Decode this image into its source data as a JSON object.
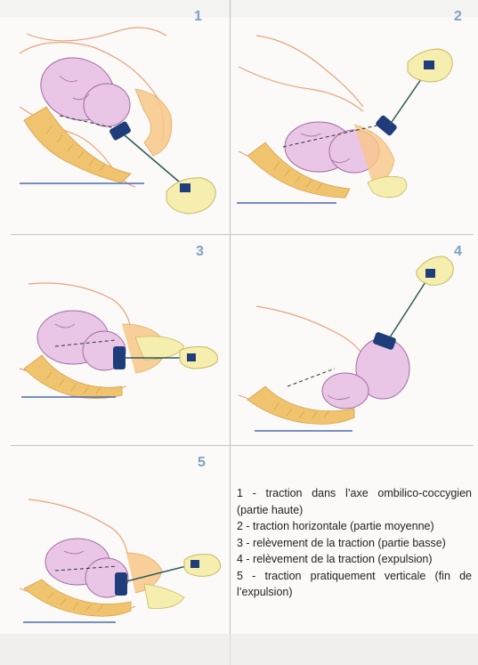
{
  "panels": [
    {
      "number": "1"
    },
    {
      "number": "2"
    },
    {
      "number": "3"
    },
    {
      "number": "4"
    },
    {
      "number": "5"
    }
  ],
  "legend": [
    "1 - traction dans l’axe ombilico-coccygien (partie haute)",
    "2 - traction horizontale (partie moyenne)",
    "3 - relèvement de la traction (partie basse)",
    "4 - relèvement de la traction (expulsion)",
    "5 - traction pratiquement verticale (fin de l’expulsion)"
  ],
  "colors": {
    "body_outline": "#e9a27a",
    "fetus": "#e9c6e6",
    "spine": "#f0c36e",
    "hand": "#f6eeae",
    "cord": "#2e5a55",
    "cup": "#1f3d7a",
    "baseline": "#4a6bb0",
    "number": "#7fa0c5"
  }
}
